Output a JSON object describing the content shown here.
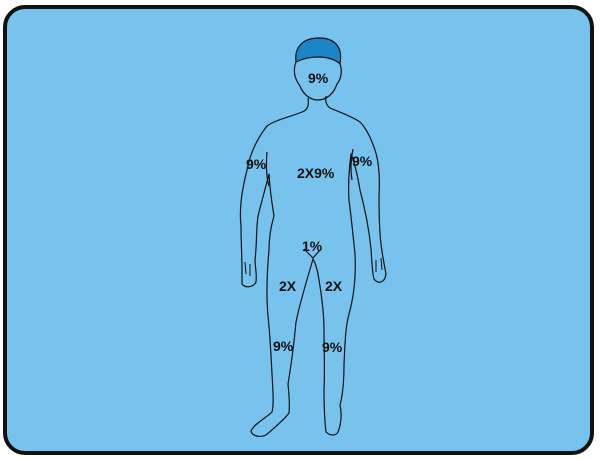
{
  "colors": {
    "background": "#77c3ee",
    "hair": "#1a86c8",
    "outline": "#111111"
  },
  "labels": {
    "head": "9%",
    "arm_right": "9%",
    "arm_left": "9%",
    "trunk": "2X9%",
    "groin": "1%",
    "leg_right_top": "2X",
    "leg_left_top": "2X",
    "leg_right_bottom": "9%",
    "leg_left_bottom": "9%"
  }
}
